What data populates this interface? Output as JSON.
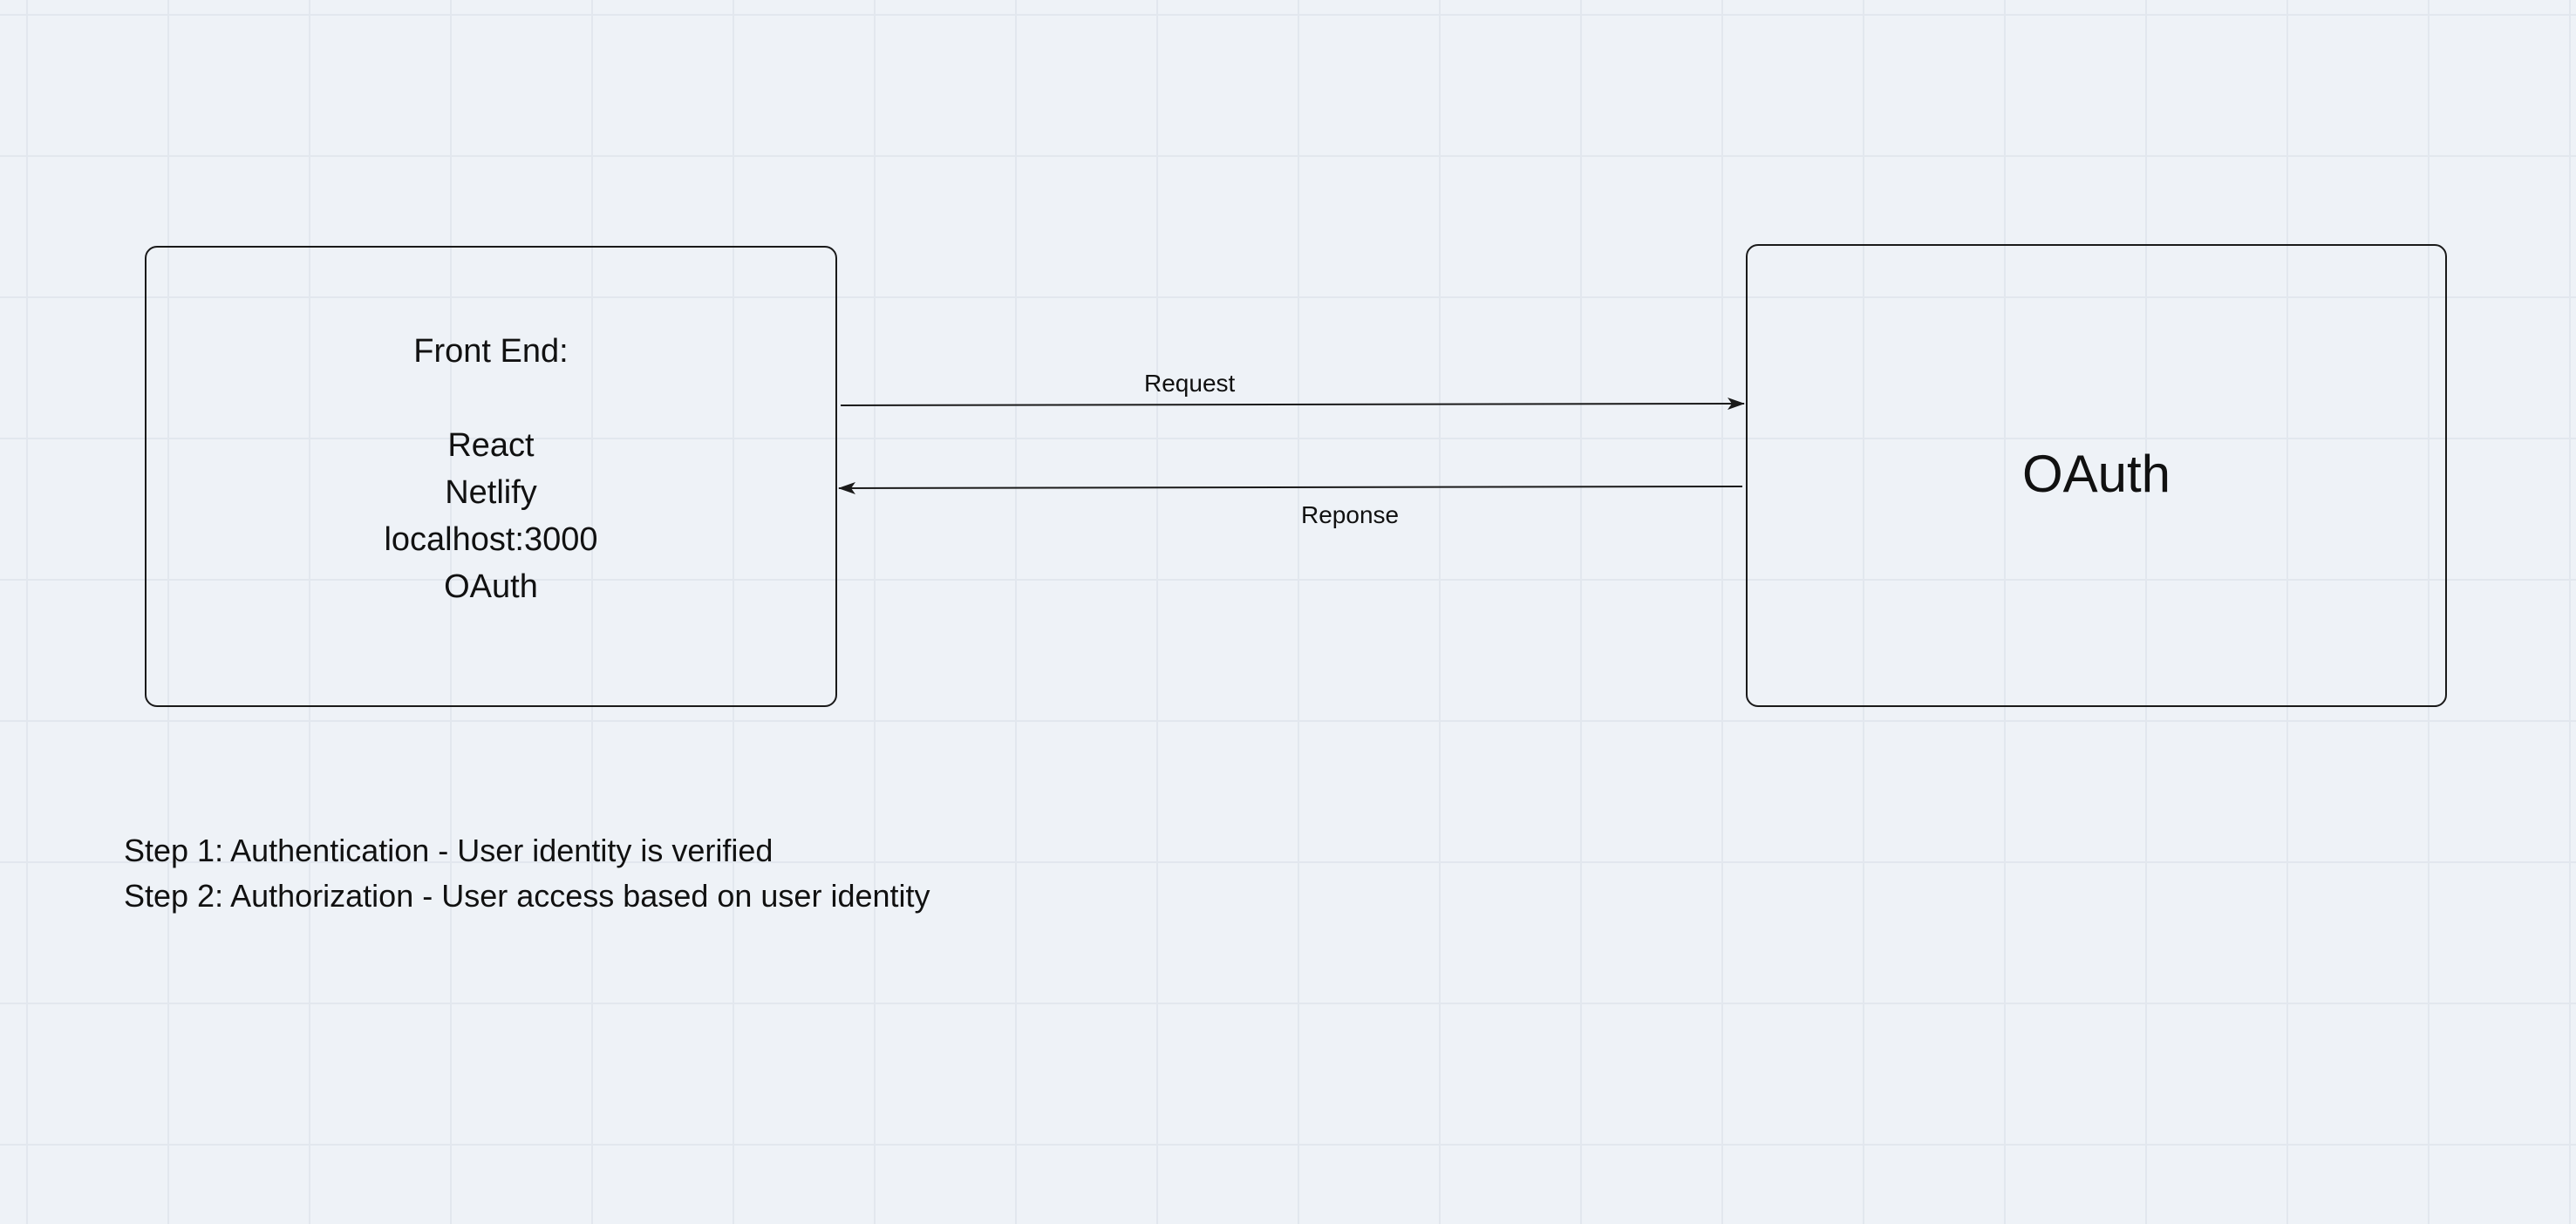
{
  "nodes": {
    "frontend": {
      "heading": "Front End:",
      "lines": [
        "React",
        "Netlify",
        "localhost:3000",
        "OAuth"
      ]
    },
    "oauth": {
      "label": "OAuth"
    }
  },
  "edges": {
    "request": {
      "label": "Request"
    },
    "response": {
      "label": "Reponse"
    }
  },
  "notes": [
    "Step 1: Authentication - User identity is verified",
    "Step 2: Authorization - User access based on user identity"
  ],
  "colors": {
    "background": "#eef2f7",
    "grid": "#e2e7ee",
    "stroke": "#1a1a1a"
  }
}
